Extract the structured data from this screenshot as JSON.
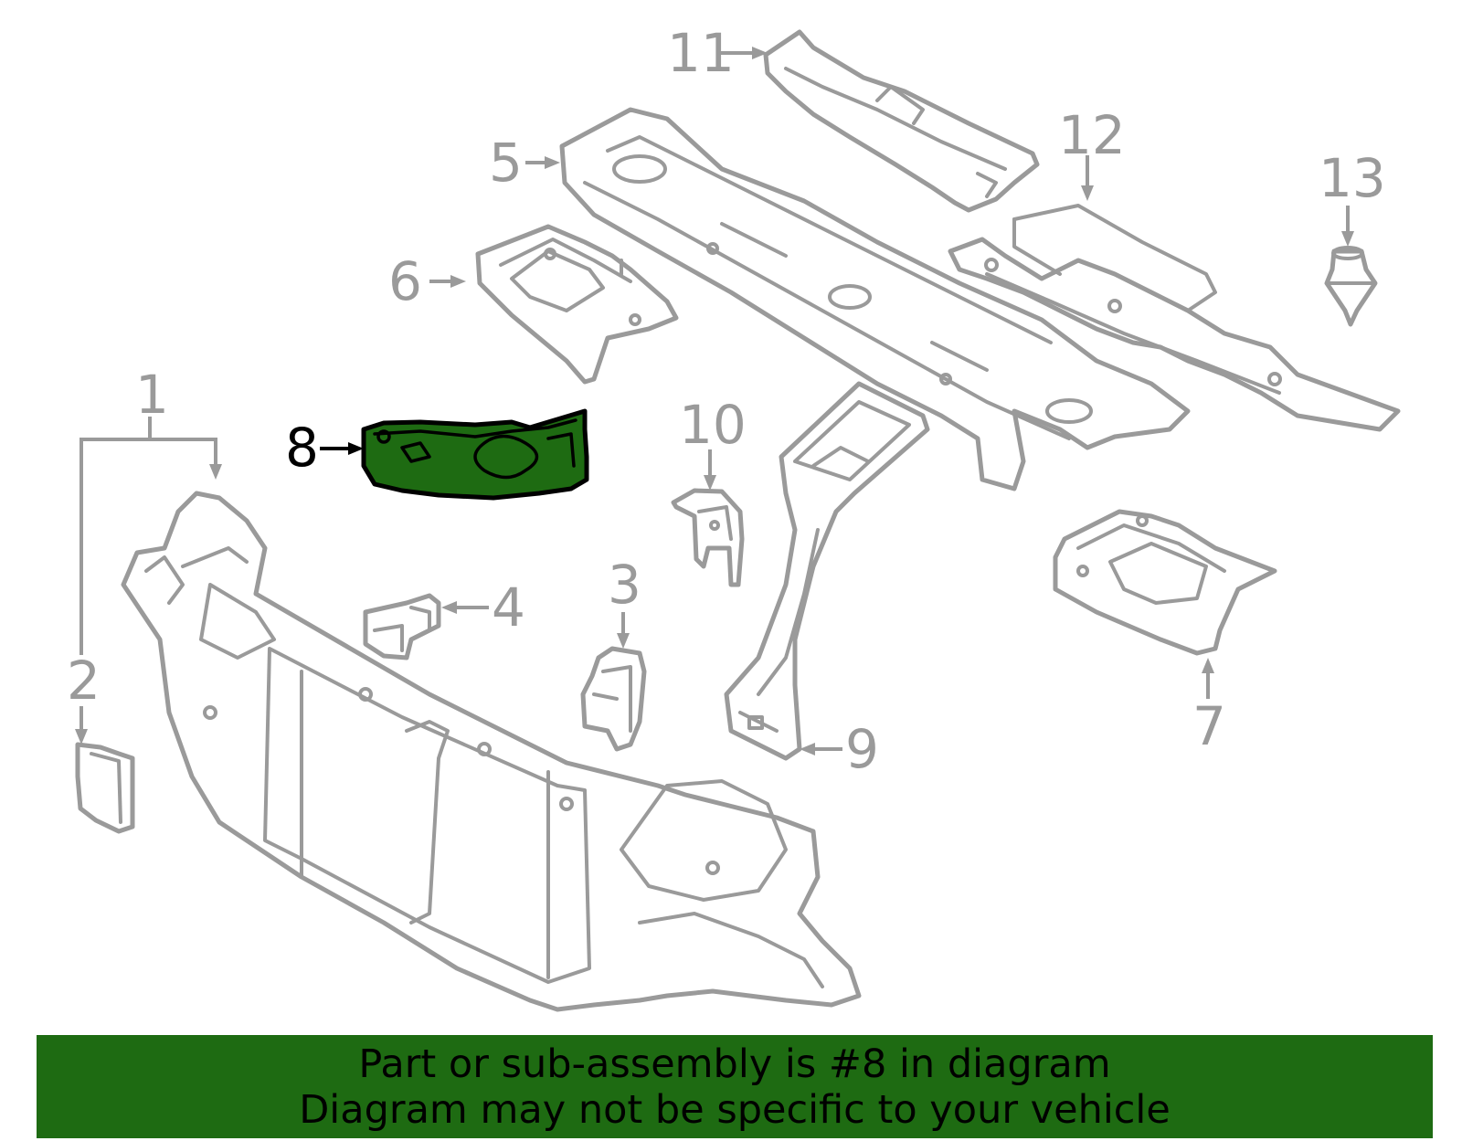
{
  "diagram": {
    "callouts": [
      {
        "id": "1",
        "label": "1",
        "active": false
      },
      {
        "id": "2",
        "label": "2",
        "active": false
      },
      {
        "id": "3",
        "label": "3",
        "active": false
      },
      {
        "id": "4",
        "label": "4",
        "active": false
      },
      {
        "id": "5",
        "label": "5",
        "active": false
      },
      {
        "id": "6",
        "label": "6",
        "active": false
      },
      {
        "id": "7",
        "label": "7",
        "active": false
      },
      {
        "id": "8",
        "label": "8",
        "active": true
      },
      {
        "id": "9",
        "label": "9",
        "active": false
      },
      {
        "id": "10",
        "label": "10",
        "active": false
      },
      {
        "id": "11",
        "label": "11",
        "active": false
      },
      {
        "id": "12",
        "label": "12",
        "active": false
      },
      {
        "id": "13",
        "label": "13",
        "active": false
      }
    ],
    "highlight_color": "#1e6b12",
    "line_color": "#9a9a9a"
  },
  "banner": {
    "line1": "Part or sub-assembly is #8 in diagram",
    "line2": "Diagram may not be specific to your vehicle",
    "background": "#1e6b12"
  }
}
